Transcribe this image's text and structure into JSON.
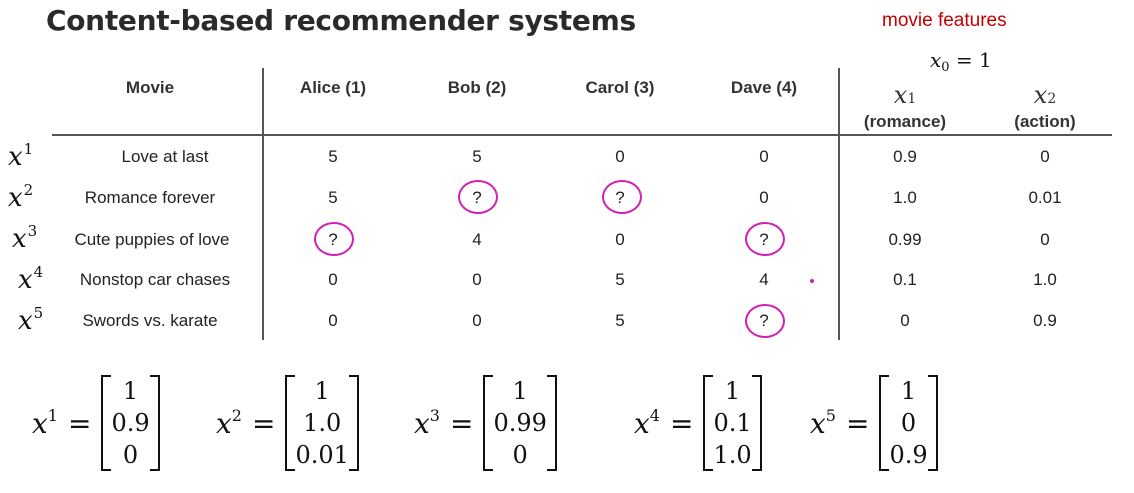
{
  "title": "Content-based recommender systems",
  "movie_features_label": "movie features",
  "x0_symbol": "x",
  "x0_sub": "0",
  "x0_rest": " = 1",
  "headers": {
    "movie": "Movie",
    "users": [
      "Alice (1)",
      "Bob (2)",
      "Carol (3)",
      "Dave (4)"
    ],
    "features": [
      {
        "symbol": "x",
        "sub": "1",
        "desc": "(romance)"
      },
      {
        "symbol": "x",
        "sub": "2",
        "desc": "(action)"
      }
    ]
  },
  "rows": [
    {
      "label": "x",
      "sup": "1",
      "movie": "Love at last",
      "ratings": [
        "5",
        "5",
        "0",
        "0"
      ],
      "features": [
        "0.9",
        "0"
      ]
    },
    {
      "label": "x",
      "sup": "2",
      "movie": "Romance forever",
      "ratings": [
        "5",
        "?",
        "?",
        "0"
      ],
      "features": [
        "1.0",
        "0.01"
      ]
    },
    {
      "label": "x",
      "sup": "3",
      "movie": "Cute puppies of love",
      "ratings": [
        "?",
        "4",
        "0",
        "?"
      ],
      "features": [
        "0.99",
        "0"
      ]
    },
    {
      "label": "x",
      "sup": "4",
      "movie": "Nonstop car chases",
      "ratings": [
        "0",
        "0",
        "5",
        "4"
      ],
      "features": [
        "0.1",
        "1.0"
      ]
    },
    {
      "label": "x",
      "sup": "5",
      "movie": "Swords vs. karate",
      "ratings": [
        "0",
        "0",
        "5",
        "?"
      ],
      "features": [
        "0",
        "0.9"
      ]
    }
  ],
  "vectors": [
    {
      "sym": "x",
      "sup": "1",
      "eq": "=",
      "values": [
        "1",
        "0.9",
        "0"
      ]
    },
    {
      "sym": "x",
      "sup": "2",
      "eq": "=",
      "values": [
        "1",
        "1.0",
        "0.01"
      ]
    },
    {
      "sym": "x",
      "sup": "3",
      "eq": "=",
      "values": [
        "1",
        "0.99",
        "0"
      ]
    },
    {
      "sym": "x",
      "sup": "4",
      "eq": "=",
      "values": [
        "1",
        "0.1",
        "1.0"
      ]
    },
    {
      "sym": "x",
      "sup": "5",
      "eq": "=",
      "values": [
        "1",
        "0",
        "0.9"
      ]
    }
  ],
  "colors": {
    "title": "#2a2a2a",
    "accent_red": "#c00000",
    "circle_magenta": "#d01fb2"
  }
}
